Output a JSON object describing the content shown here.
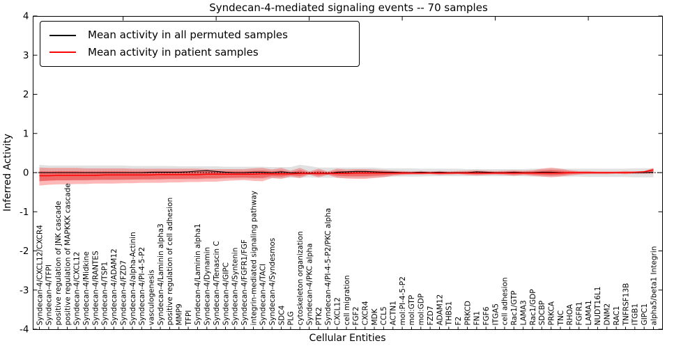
{
  "title": "Syndecan-4-mediated signaling events -- 70 samples",
  "legend": {
    "items": [
      {
        "label": "Mean activity in all permuted samples",
        "color": "#000000"
      },
      {
        "label": "Mean activity in patient samples",
        "color": "#ff0000"
      }
    ]
  },
  "axes": {
    "xlabel": "Cellular Entities",
    "ylabel": "Inferred Activity",
    "yticks": [
      4,
      3,
      2,
      1,
      0,
      -1,
      -2,
      -3,
      -4
    ],
    "ylim": [
      -4,
      4
    ]
  },
  "colors": {
    "permuted_line": "#000000",
    "patient_line": "#ff0000",
    "permuted_band": "#aaaaaa",
    "patient_band": "#ff0000",
    "frame": "#000000",
    "background": "#ffffff"
  },
  "chart_data": {
    "type": "line",
    "title": "Syndecan-4-mediated signaling events -- 70 samples",
    "xlabel": "Cellular Entities",
    "ylabel": "Inferred Activity",
    "ylim": [
      -4,
      4
    ],
    "grid": false,
    "legend_position": "upper left",
    "zero_line_dotted": true,
    "categories": [
      "Syndecan-4/CXCL12/CXCR4",
      "Syndecan-4/TFPI",
      "positive regulation of JNK cascade",
      "positive regulation of MAPKKK cascade",
      "Syndecan-4/CXCL12",
      "Syndecan-4/Midkine",
      "Syndecan-4/RANTES",
      "Syndecan-4/TSP1",
      "Syndecan-4/ADAM12",
      "Syndecan-4/FZD7",
      "Syndecan-4/alpha-Actinin",
      "Syndecan-4/PI-4-5-P2",
      "vasculogenesis",
      "Syndecan-4/Laminin alpha3",
      "positive regulation of cell adhesion",
      "MMP9",
      "TFPI",
      "Syndecan-4/Laminin alpha1",
      "Syndecan-4/Dynamin",
      "Syndecan-4/Tenascin C",
      "Syndecan-4/GIPC",
      "Syndecan-4/Syntenin",
      "Syndecan-4/FGFR1/FGF",
      "integrin-mediated signaling pathway",
      "Syndecan-4/TACI",
      "Syndecan-4/Syndesmos",
      "SDC4",
      "PLG",
      "cytoskeleton organization",
      "Syndecan-4/PKC alpha",
      "PTK2",
      "Syndecan-4/PI-4-5-P2/PKC alpha",
      "CXCL12",
      "cell migration",
      "FGF2",
      "CXCR4",
      "MDK",
      "CCL5",
      "ACTN1",
      "mol:PI-4-5-P2",
      "mol:GTP",
      "mol:GDP",
      "FZD7",
      "ADAM12",
      "THBS1",
      "F2",
      "PRKCD",
      "FN1",
      "FGF6",
      "ITGA5",
      "cell adhesion",
      "Rac1/GTP",
      "LAMA3",
      "Rac1/GDP",
      "SDCBP",
      "PRKCA",
      "TNC",
      "RHOA",
      "FGFR1",
      "LAMA1",
      "NUDT16L1",
      "DNM2",
      "RAC1",
      "TNFRSF13B",
      "ITGB1",
      "GIPC1",
      "alpha5/beta1 Integrin"
    ],
    "series": [
      {
        "name": "Mean activity in all permuted samples",
        "color": "#000000",
        "values": [
          0,
          0,
          0,
          0,
          0,
          0,
          0,
          0,
          0,
          0,
          0,
          0,
          0.01,
          0.01,
          0.01,
          0.01,
          0.02,
          0.04,
          0.05,
          0.03,
          0.01,
          0,
          0,
          0.01,
          0.01,
          0,
          0.02,
          0,
          -0.01,
          -0.03,
          -0.02,
          -0.03,
          0.01,
          0.02,
          0.03,
          0.03,
          0.02,
          0.01,
          0.01,
          0,
          0,
          0.01,
          0,
          0.01,
          0,
          0,
          0,
          0.02,
          0.01,
          0,
          0,
          0.01,
          0,
          0,
          0.01,
          0.01,
          0,
          0,
          0,
          0,
          0,
          0,
          0,
          0,
          0,
          0,
          0.01
        ]
      },
      {
        "name": "Mean activity in patient samples",
        "color": "#ff0000",
        "values": [
          -0.08,
          -0.08,
          -0.07,
          -0.07,
          -0.07,
          -0.07,
          -0.07,
          -0.06,
          -0.06,
          -0.06,
          -0.06,
          -0.06,
          -0.06,
          -0.05,
          -0.05,
          -0.05,
          -0.05,
          -0.05,
          -0.04,
          -0.04,
          -0.04,
          -0.04,
          -0.04,
          -0.04,
          -0.03,
          -0.03,
          -0.03,
          -0.03,
          -0.02,
          -0.02,
          -0.02,
          -0.02,
          -0.02,
          -0.02,
          -0.01,
          -0.01,
          -0.01,
          -0.01,
          -0.01,
          -0.01,
          -0.01,
          -0.01,
          -0.01,
          -0.01,
          -0.01,
          -0.01,
          -0.01,
          -0.01,
          -0.01,
          -0.01,
          -0.01,
          -0.01,
          -0.01,
          -0.01,
          -0.01,
          -0.01,
          -0.01,
          0,
          0,
          0,
          0,
          0,
          0,
          0,
          0.01,
          0.02,
          0.07
        ]
      }
    ],
    "bands": [
      {
        "name": "permuted-sample-range",
        "color": "#aaaaaa",
        "opacity": 0.35,
        "upper": [
          0.2,
          0.18,
          0.18,
          0.18,
          0.18,
          0.18,
          0.18,
          0.18,
          0.18,
          0.18,
          0.17,
          0.17,
          0.17,
          0.17,
          0.17,
          0.16,
          0.16,
          0.16,
          0.16,
          0.16,
          0.15,
          0.15,
          0.15,
          0.15,
          0.15,
          0.14,
          0.14,
          0.14,
          0.2,
          0.17,
          0.13,
          0.13,
          0.13,
          0.13,
          0.13,
          0.13,
          0.13,
          0.11,
          0.11,
          0.11,
          0.11,
          0.1,
          0.1,
          0.1,
          0.1,
          0.1,
          0.09,
          0.09,
          0.09,
          0.09,
          0.09,
          0.09,
          0.09,
          0.1,
          0.1,
          0.1,
          0.1,
          0.1,
          0.1,
          0.1,
          0.1,
          0.1,
          0.1,
          0.1,
          0.11,
          0.11,
          0.11
        ],
        "lower": [
          -0.22,
          -0.2,
          -0.2,
          -0.2,
          -0.2,
          -0.2,
          -0.19,
          -0.19,
          -0.19,
          -0.19,
          -0.18,
          -0.18,
          -0.18,
          -0.18,
          -0.17,
          -0.17,
          -0.17,
          -0.17,
          -0.16,
          -0.16,
          -0.15,
          -0.15,
          -0.15,
          -0.15,
          -0.15,
          -0.14,
          -0.14,
          -0.13,
          -0.13,
          -0.12,
          -0.13,
          -0.13,
          -0.13,
          -0.13,
          -0.13,
          -0.13,
          -0.12,
          -0.11,
          -0.1,
          -0.1,
          -0.1,
          -0.1,
          -0.09,
          -0.09,
          -0.09,
          -0.09,
          -0.09,
          -0.09,
          -0.09,
          -0.09,
          -0.09,
          -0.09,
          -0.09,
          -0.1,
          -0.1,
          -0.1,
          -0.1,
          -0.1,
          -0.1,
          -0.11,
          -0.11,
          -0.11,
          -0.11,
          -0.11,
          -0.12,
          -0.12,
          -0.12
        ]
      },
      {
        "name": "patient-sample-range",
        "color": "#ff0000",
        "opacity": 0.28,
        "upper": [
          0.13,
          0.12,
          0.12,
          0.12,
          0.12,
          0.11,
          0.11,
          0.11,
          0.11,
          0.11,
          0.1,
          0.1,
          0.1,
          0.1,
          0.1,
          0.1,
          0.1,
          0.1,
          0.09,
          0.09,
          0.09,
          0.09,
          0.09,
          0.11,
          0.12,
          0.08,
          0.12,
          0.05,
          0.12,
          0.03,
          0.1,
          0.03,
          0.1,
          0.08,
          0.09,
          0.09,
          0.08,
          0.07,
          0.05,
          0.04,
          0.03,
          0.04,
          0.03,
          0.04,
          0.03,
          0.04,
          0.05,
          0.06,
          0.05,
          0.04,
          0.05,
          0.06,
          0.05,
          0.06,
          0.1,
          0.13,
          0.1,
          0.06,
          0.04,
          0.04,
          0.03,
          0.03,
          0.03,
          0.04,
          0.03,
          0.04,
          0.12
        ],
        "lower": [
          -0.33,
          -0.31,
          -0.3,
          -0.3,
          -0.29,
          -0.29,
          -0.28,
          -0.28,
          -0.28,
          -0.27,
          -0.27,
          -0.26,
          -0.26,
          -0.26,
          -0.25,
          -0.25,
          -0.24,
          -0.24,
          -0.23,
          -0.23,
          -0.21,
          -0.2,
          -0.19,
          -0.21,
          -0.22,
          -0.14,
          -0.16,
          -0.1,
          -0.14,
          -0.05,
          -0.12,
          -0.06,
          -0.13,
          -0.15,
          -0.16,
          -0.16,
          -0.14,
          -0.12,
          -0.08,
          -0.06,
          -0.05,
          -0.05,
          -0.04,
          -0.06,
          -0.05,
          -0.04,
          -0.06,
          -0.07,
          -0.06,
          -0.05,
          -0.06,
          -0.08,
          -0.06,
          -0.08,
          -0.1,
          -0.12,
          -0.1,
          -0.07,
          -0.05,
          -0.04,
          -0.04,
          -0.04,
          -0.03,
          -0.04,
          -0.03,
          -0.03,
          -0.03
        ]
      }
    ]
  }
}
